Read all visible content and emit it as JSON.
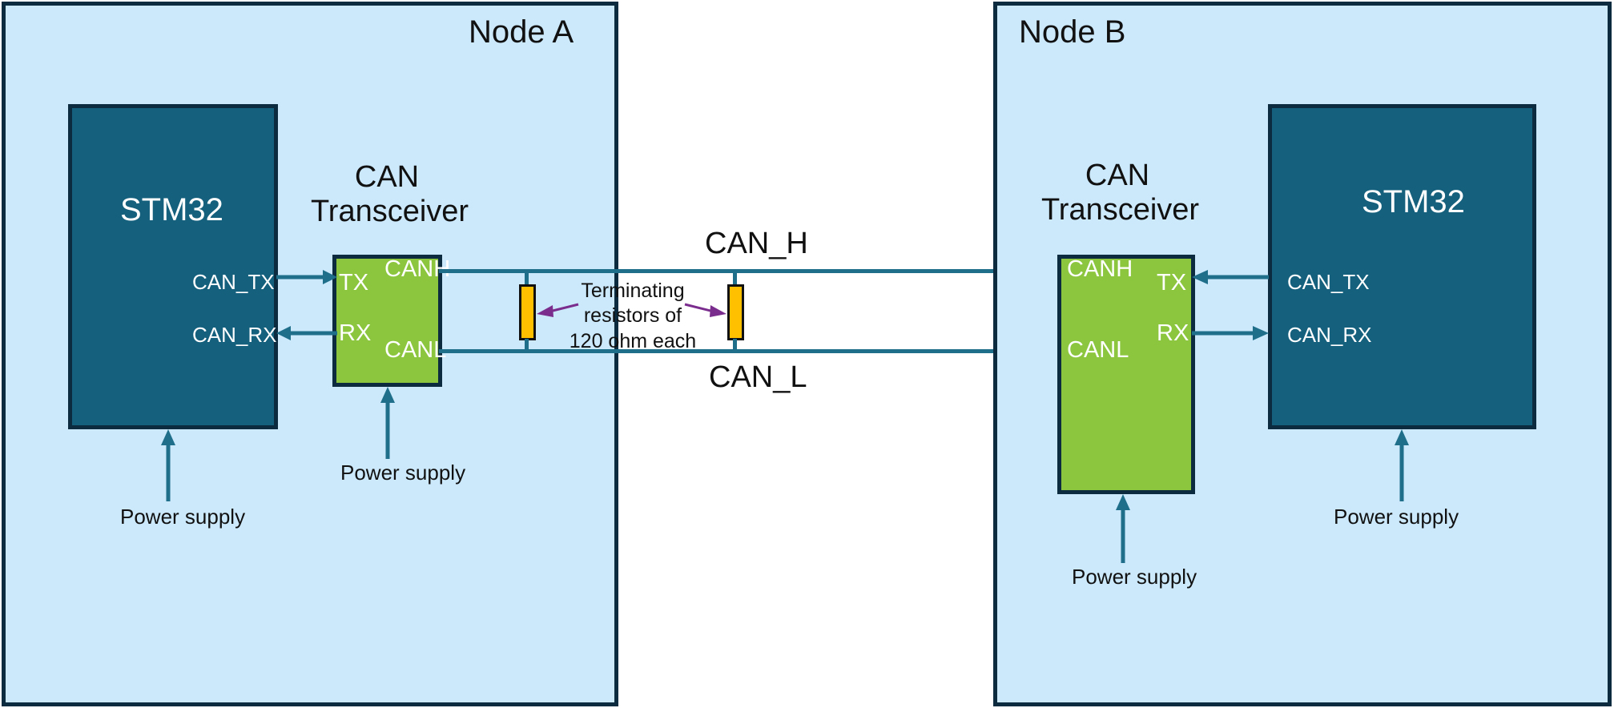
{
  "diagram": {
    "title": "CAN bus two-node network with terminating resistors",
    "colors": {
      "node_panel_fill": "#cbe9fb",
      "node_panel_border": "#0d2b3e",
      "mcu_fill": "#15607d",
      "transceiver_fill": "#8cc63f",
      "wire": "#1f6f8b",
      "resistor_fill": "#ffc000",
      "annotation_arrow": "#7b2d8e",
      "text": "#111111",
      "inverse_text": "#ffffff"
    }
  },
  "node_a": {
    "title": "Node A",
    "mcu": {
      "label": "STM32"
    },
    "mcu_pins": {
      "tx": "CAN_TX",
      "rx": "CAN_RX"
    },
    "transceiver": {
      "title_line1": "CAN",
      "title_line2": "Transceiver"
    },
    "transceiver_pins": {
      "tx": "TX",
      "rx": "RX",
      "canh": "CANH",
      "canl": "CANL"
    },
    "power_mcu": "Power supply",
    "power_transceiver": "Power supply"
  },
  "node_b": {
    "title": "Node B",
    "mcu": {
      "label": "STM32"
    },
    "mcu_pins": {
      "tx": "CAN_TX",
      "rx": "CAN_RX"
    },
    "transceiver": {
      "title_line1": "CAN",
      "title_line2": "Transceiver"
    },
    "transceiver_pins": {
      "tx": "TX",
      "rx": "RX",
      "canh": "CANH",
      "canl": "CANL"
    },
    "power_mcu": "Power supply",
    "power_transceiver": "Power supply"
  },
  "bus": {
    "high_label": "CAN_H",
    "low_label": "CAN_L"
  },
  "termination": {
    "line1": "Terminating",
    "line2": "resistors of",
    "line3": "120 ohm each",
    "resistance": "120 ohm",
    "count": 2
  }
}
